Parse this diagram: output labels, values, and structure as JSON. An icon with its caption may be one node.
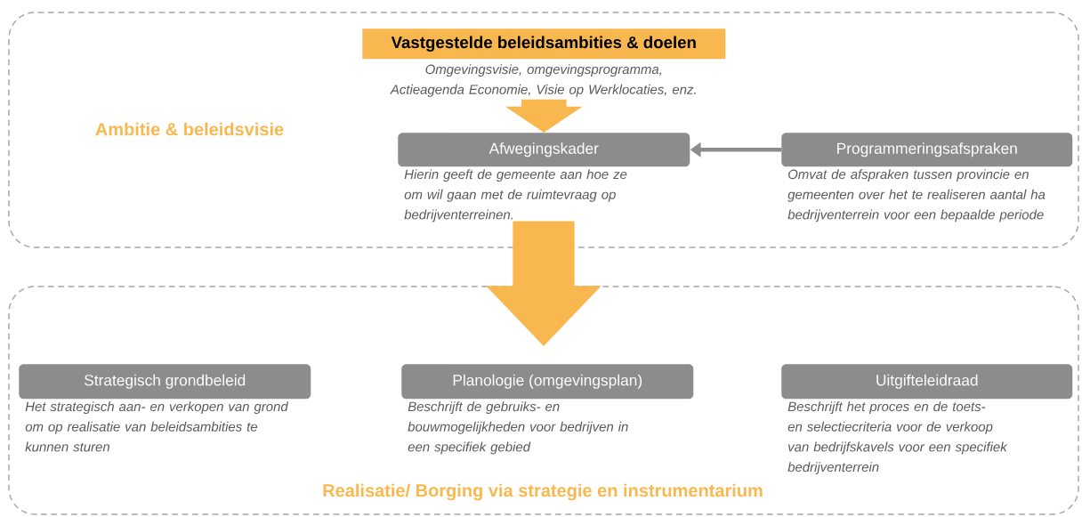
{
  "diagram": {
    "nodes": [
      {
        "text": [
          "Ambitie & beleidsvisie"
        ]
      },
      {
        "text": [
          "Realisatie/ Borging via strategie en instrumentarium"
        ]
      },
      {
        "text": [
          "Vastgestelde beleidsambities & doelen",
          "Omgevingsvisie, omgevingsprogramma, Actieagenda Economie, Visie op Werklocaties, enz."
        ],
        "in": 0
      },
      {
        "text": [
          "Afwegingskader",
          "Hierin geeft de gemeente aan hoe ze om wil gaan met de ruimtevraag op bedrijventerreinen."
        ],
        "in": 0
      },
      {
        "text": [
          "Programmeringsafspraken",
          "Omvat de afspraken tussen provincie en gemeenten over het te realiseren aantal ha bedrijventerrein voor een bepaalde periode"
        ],
        "in": 0
      },
      {
        "text": [
          "Strategisch grondbeleid",
          "Het strategisch aan- en verkopen van grond om op realisatie van beleidsambities te kunnen sturen"
        ],
        "in": 1
      },
      {
        "text": [
          "Planologie (omgevingsplan)",
          "Beschrijft de gebruiks- en bouwmogelijkheden voor bedrijven in een specifiek gebied"
        ],
        "in": 1
      },
      {
        "text": [
          "Uitgifteleidraad",
          "Beschrijft het proces en de toets- en selectiecriteria voor de verkoop van bedrijfskavels voor een specifiek bedrijventerrein"
        ],
        "in": 1
      }
    ],
    "edges": [
      {
        "from": 2,
        "to": 3,
        "arrow": "to"
      },
      {
        "from": 4,
        "to": 3,
        "arrow": "to",
        "color": "#8c8c8c"
      },
      {
        "from": 3,
        "to": 1,
        "arrow": "to"
      }
    ]
  }
}
